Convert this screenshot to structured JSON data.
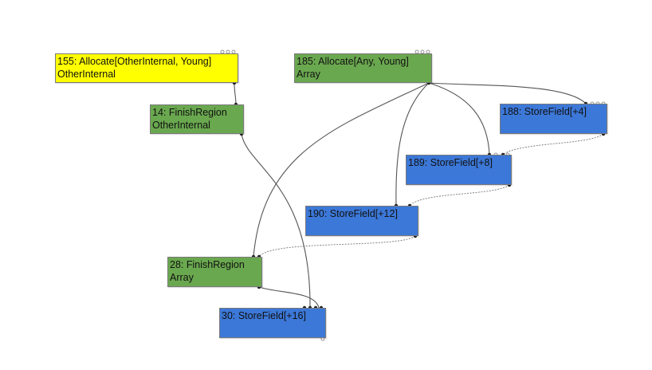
{
  "colors": {
    "background": "#ffffff",
    "yellow_node": "#ffff00",
    "green_node": "#6aa84f",
    "blue_node": "#3c78d8",
    "edge": "#555555",
    "control_edge": "#777777"
  },
  "nodes": [
    {
      "id": "155",
      "line1": "155: Allocate[OtherInternal, Young]",
      "line2": "OtherInternal",
      "color": "#ffff00"
    },
    {
      "id": "185",
      "line1": "185: Allocate[Any, Young]",
      "line2": "Array",
      "color": "#6aa84f"
    },
    {
      "id": "14",
      "line1": "14: FinishRegion",
      "line2": "OtherInternal",
      "color": "#6aa84f"
    },
    {
      "id": "188",
      "line1": "188: StoreField[+4]",
      "line2": "",
      "color": "#3c78d8"
    },
    {
      "id": "189",
      "line1": "189: StoreField[+8]",
      "line2": "",
      "color": "#3c78d8"
    },
    {
      "id": "190",
      "line1": "190: StoreField[+12]",
      "line2": "",
      "color": "#3c78d8"
    },
    {
      "id": "28",
      "line1": "28: FinishRegion",
      "line2": "Array",
      "color": "#6aa84f"
    },
    {
      "id": "30",
      "line1": "30: StoreField[+16]",
      "line2": "",
      "color": "#3c78d8"
    }
  ],
  "edges": [
    {
      "from": "155",
      "to": "14",
      "kind": "value"
    },
    {
      "from": "185",
      "to": "188",
      "kind": "value"
    },
    {
      "from": "185",
      "to": "189",
      "kind": "value"
    },
    {
      "from": "185",
      "to": "190",
      "kind": "value"
    },
    {
      "from": "185",
      "to": "28",
      "kind": "value"
    },
    {
      "from": "188",
      "to": "189",
      "kind": "effect"
    },
    {
      "from": "189",
      "to": "190",
      "kind": "effect"
    },
    {
      "from": "190",
      "to": "28",
      "kind": "effect"
    },
    {
      "from": "14",
      "to": "30",
      "kind": "value"
    },
    {
      "from": "28",
      "to": "30",
      "kind": "value"
    }
  ]
}
